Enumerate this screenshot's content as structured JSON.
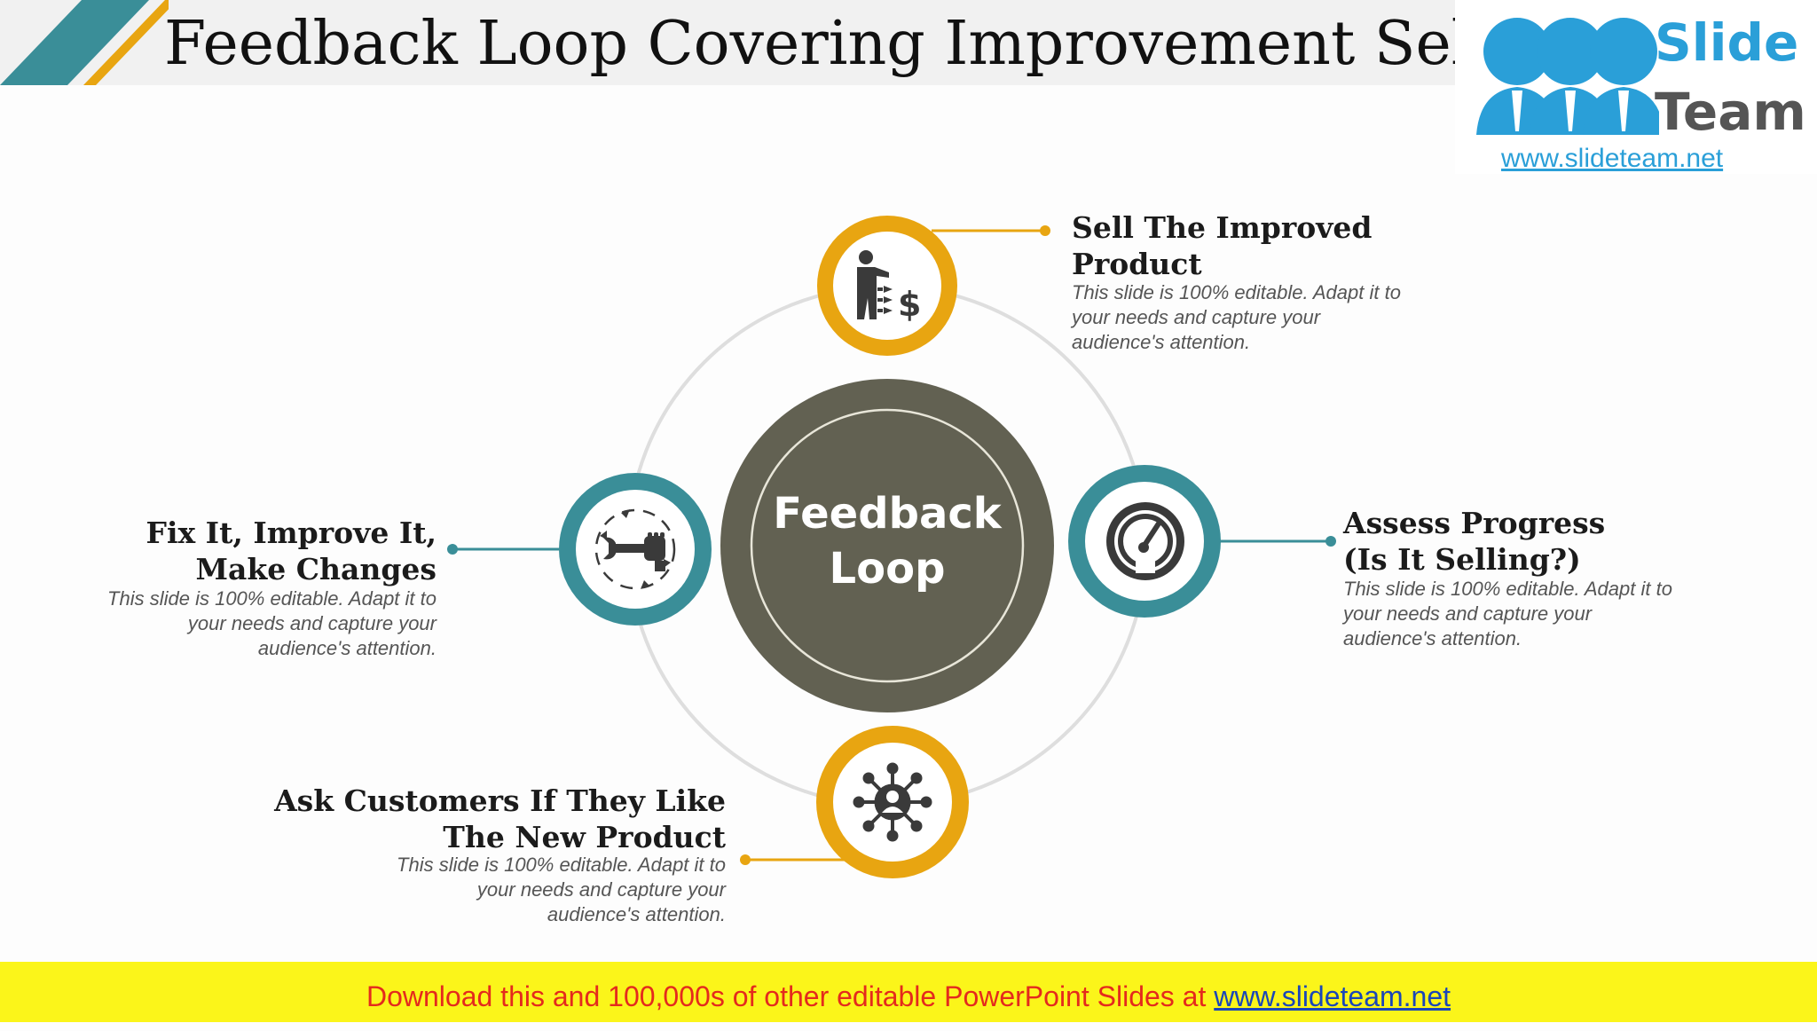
{
  "slide": {
    "title": "Feedback Loop Covering Improvement Selling",
    "center_label_line1": "Feedback",
    "center_label_line2": "Loop"
  },
  "logo": {
    "brand_line1": "Slide",
    "brand_line2": "Team",
    "url": "www.slideteam.net"
  },
  "steps": [
    {
      "heading_line1": "Sell The Improved",
      "heading_line2": "Product",
      "description": "This slide is 100% editable. Adapt it to your needs and capture your audience's attention.",
      "icon": "presenter-dollar-icon",
      "color": "#e8a511"
    },
    {
      "heading_line1": "Assess Progress",
      "heading_line2": "(Is It Selling?)",
      "description": "This slide is 100% editable. Adapt it to your needs and capture your audience's attention.",
      "icon": "speedometer-icon",
      "color": "#3a8e98"
    },
    {
      "heading_line1": "Ask Customers If They Like",
      "heading_line2": "The New Product",
      "description": "This slide is 100% editable. Adapt it to your needs and capture your audience's attention.",
      "icon": "customer-network-icon",
      "color": "#e8a511"
    },
    {
      "heading_line1": "Fix It, Improve It,",
      "heading_line2": "Make Changes",
      "description": "This slide is 100% editable. Adapt it to your needs and capture your audience's attention.",
      "icon": "wrench-fist-cycle-icon",
      "color": "#3a8e98"
    }
  ],
  "footer": {
    "text": "Download this and 100,000s of other editable PowerPoint Slides at ",
    "link": "www.slideteam.net"
  },
  "colors": {
    "center_fill": "#626152",
    "orbit": "#dedede",
    "accent_title": "#3a8e98",
    "accent_gold": "#e8a511"
  }
}
